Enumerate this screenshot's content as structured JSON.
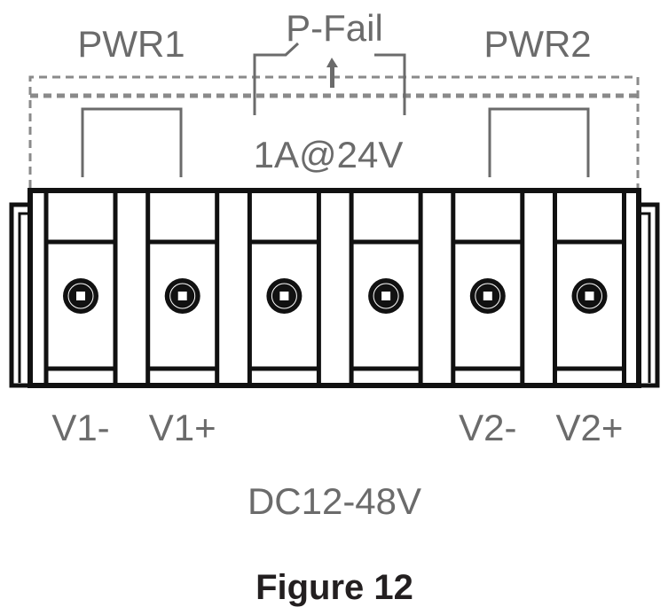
{
  "diagram": {
    "labels": {
      "pwr1": "PWR1",
      "pfail": "P-Fail",
      "pwr2": "PWR2",
      "relay_rating": "1A@24V",
      "voltage_range": "DC12-48V"
    },
    "terminals": [
      {
        "label": "V1-"
      },
      {
        "label": "V1+"
      },
      {
        "label": ""
      },
      {
        "label": ""
      },
      {
        "label": "V2-"
      },
      {
        "label": "V2+"
      }
    ],
    "caption": "Figure 12",
    "colors": {
      "label_gray": "#6b6b6b",
      "outline_black": "#111111",
      "caption": "#231f20"
    }
  }
}
